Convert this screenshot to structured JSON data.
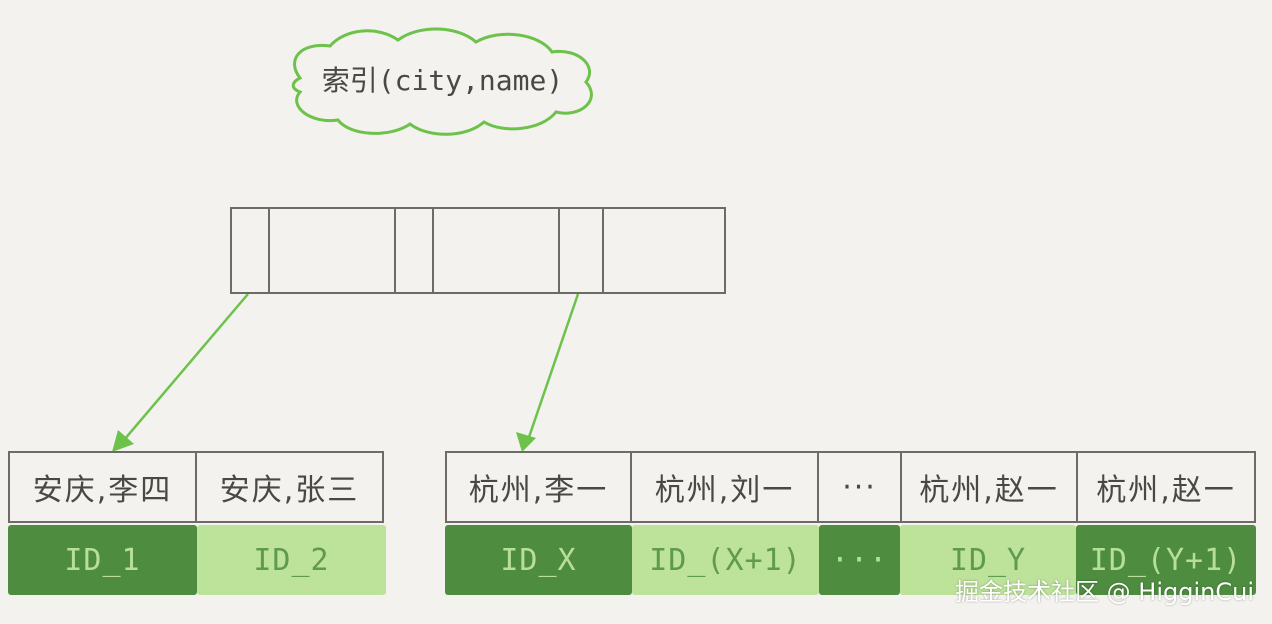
{
  "index_label": "索引(city,name)",
  "left_leaf": {
    "keys": [
      "安庆,李四",
      "安庆,张三"
    ],
    "ids": [
      "ID_1",
      "ID_2"
    ]
  },
  "right_leaf": {
    "keys": [
      "杭州,李一",
      "杭州,刘一",
      "···",
      "杭州,赵一",
      "杭州,赵一"
    ],
    "ids": [
      "ID_X",
      "ID_(X+1)",
      "···",
      "ID_Y",
      "ID_(Y+1)"
    ]
  },
  "watermark": "掘金技术社区 @ HigginCui",
  "colors": {
    "cloud_stroke": "#6cc24a",
    "arrow": "#6cc24a",
    "id_dark": "#4e8d3f",
    "id_light": "#bde29a"
  }
}
